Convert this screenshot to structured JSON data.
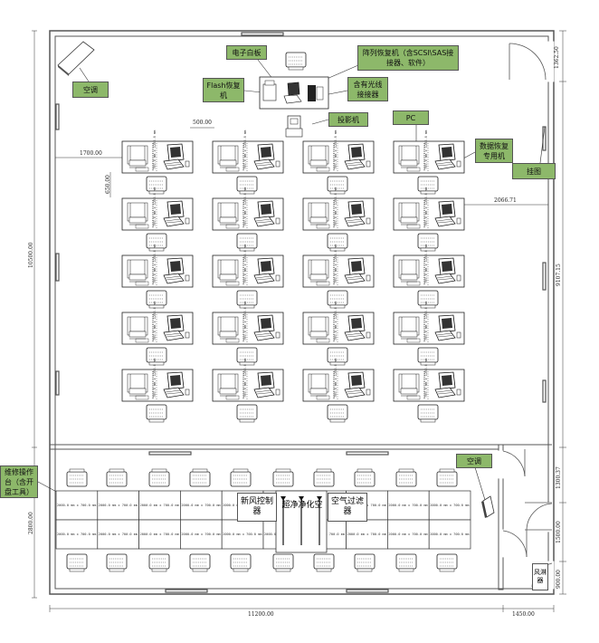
{
  "labels": {
    "ac_top": "空调",
    "whiteboard": "电子白板",
    "flash": "Flash恢复机",
    "array": "阵列恢复机（含SCSI\\SAS接接器、软件）",
    "fiber": "含有光线接接器",
    "projector": "投影机",
    "pc": "PC",
    "recovery": "数据恢复专用机",
    "hanging": "挂图",
    "ac_bottom": "空调",
    "repair": "维修操作台（含开盘工具）",
    "fresh_air": "新风控制器",
    "purifier": "超净净化空",
    "air_filter": "空气过滤器",
    "shower": "风淋器"
  },
  "dims": {
    "d1700": "1700.00",
    "d500": "500.00",
    "d650": "650.00",
    "d1362": "1362.50",
    "d2066": "2066.71",
    "d9107": "9107.15",
    "d10500": "10500.00",
    "d1300": "1300.37",
    "d1500": "1500.00",
    "d900": "900.00",
    "d2800": "2800.00",
    "d11200": "11200.00",
    "d1450": "1450.00"
  },
  "bench_cell": "2000.0 mm x 700.0 mm",
  "desk_side": "700.0 mm x 1200.0 mm"
}
